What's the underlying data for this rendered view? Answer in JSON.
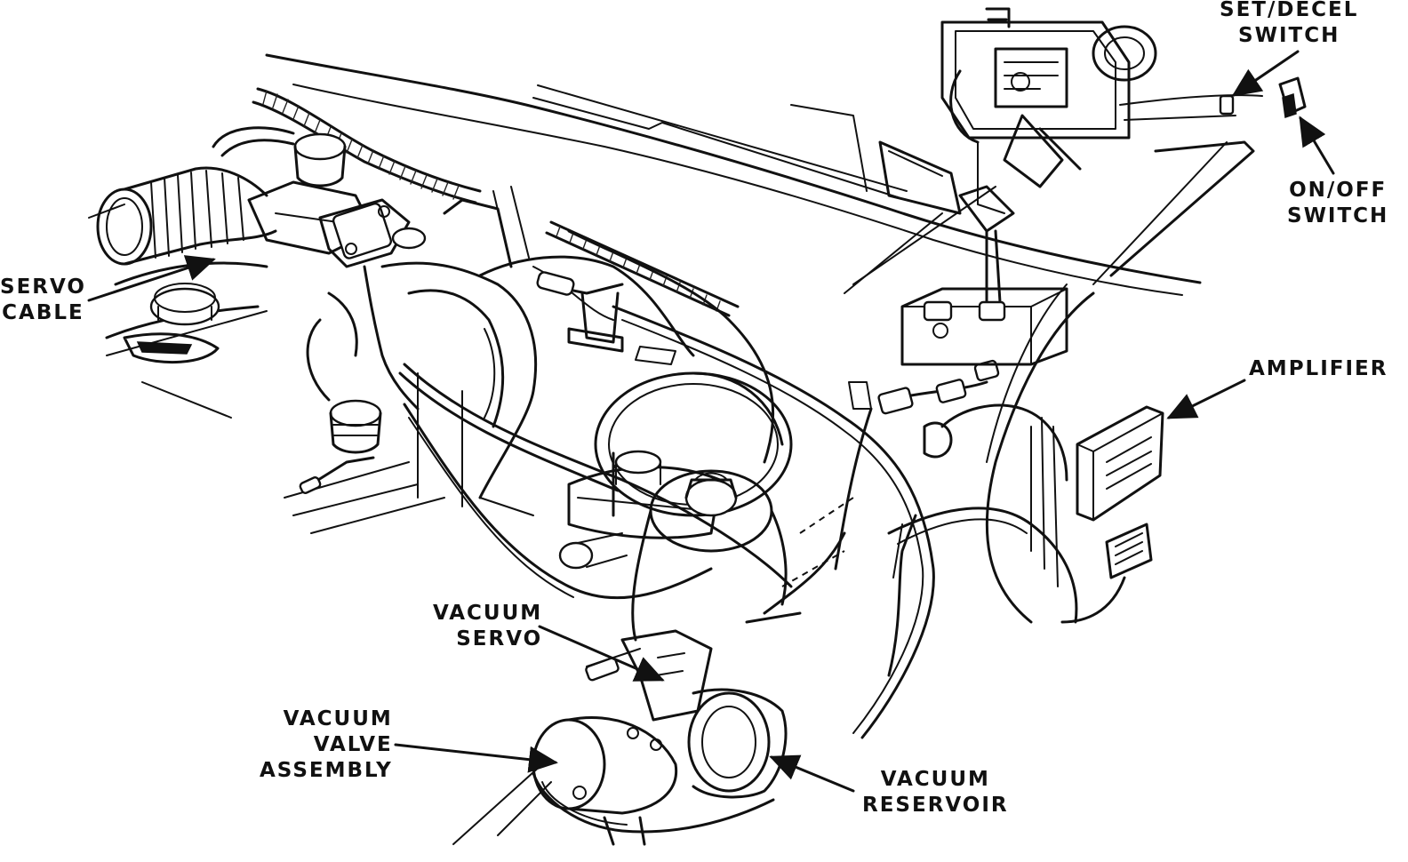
{
  "labels": {
    "set_decel_switch": [
      "SET/DECEL",
      "SWITCH"
    ],
    "on_off_switch": [
      "ON/OFF",
      "SWITCH"
    ],
    "servo_cable": [
      "SERVO",
      "CABLE"
    ],
    "amplifier": [
      "AMPLIFIER"
    ],
    "vacuum_servo": [
      "VACUUM",
      "SERVO"
    ],
    "vacuum_valve_assembly": [
      "VACUUM",
      "VALVE",
      "ASSEMBLY"
    ],
    "vacuum_reservoir": [
      "VACUUM",
      "RESERVOIR"
    ]
  },
  "colors": {
    "ink": "#111111",
    "paper": "#ffffff"
  }
}
